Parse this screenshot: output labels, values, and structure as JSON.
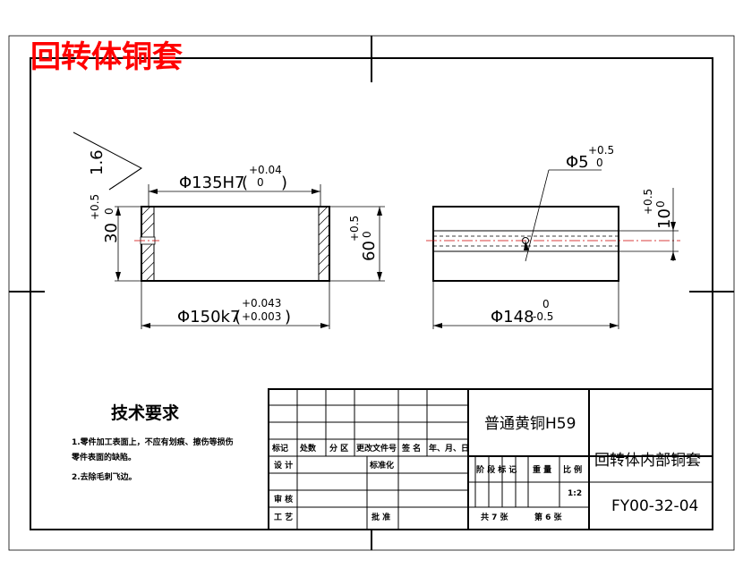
{
  "sheet_title": "回转体铜套",
  "dimensions": {
    "roughness": "1.6",
    "bore_diameter": "Φ135H7",
    "bore_tol_upper": "+0.04",
    "bore_tol_lower": "0",
    "flange_width": "30",
    "flange_tol_upper": "+0.5",
    "flange_tol_lower": "0",
    "length": "60",
    "length_tol_upper": "+0.5",
    "length_tol_lower": "0",
    "outer_diameter": "Φ150k7",
    "outer_tol_upper": "+0.043",
    "outer_tol_lower": "+0.003",
    "hole_diameter": "Φ5",
    "hole_tol_upper": "+0.5",
    "hole_tol_lower": "0",
    "hole_offset": "10",
    "hole_offset_tol_upper": "+0.5",
    "hole_offset_tol_lower": "0",
    "side_diameter": "Φ148",
    "side_tol_upper": "0",
    "side_tol_lower": "-0.5"
  },
  "tech_requirements": {
    "heading": "技术要求",
    "item1_line1": "1.零件加工表面上，不应有划痕、擦伤等损伤",
    "item1_line2": "零件表面的缺陷。",
    "item2": "2.去除毛刺飞边。"
  },
  "title_block": {
    "material": "普通黄铜H59",
    "part_name": "回转体内部铜套",
    "drawing_no": "FY00-32-04",
    "col_mark": "标记",
    "col_count": "处数",
    "col_zone": "分 区",
    "col_doc": "更改文件号",
    "col_sign": "签 名",
    "col_date": "年、月、日",
    "design": "设 计",
    "standardize": "标准化",
    "review": "审 核",
    "process": "工 艺",
    "approve": "批 准",
    "stage_mark": "阶 段 标 记",
    "weight": "重 量",
    "scale_label": "比 例",
    "scale_value": "1:2",
    "total_sheets": "共 7  张",
    "sheet_no": "第  6 张"
  }
}
